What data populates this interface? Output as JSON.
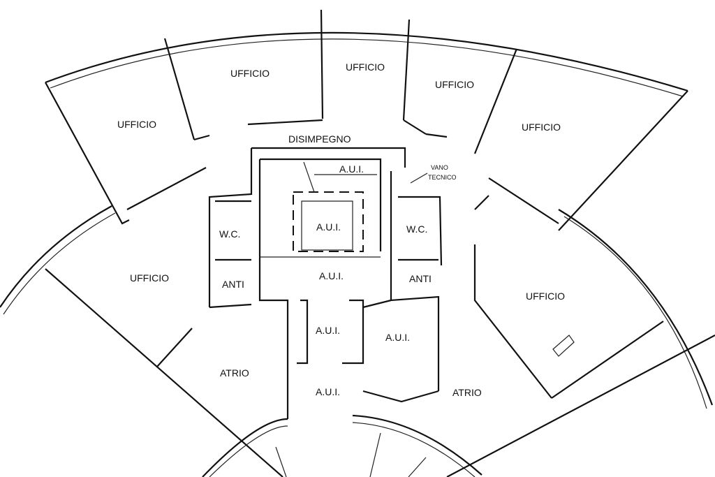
{
  "rooms": {
    "ufficio_1": "UFFICIO",
    "ufficio_2": "UFFICIO",
    "ufficio_3": "UFFICIO",
    "ufficio_4": "UFFICIO",
    "ufficio_5": "UFFICIO",
    "ufficio_6": "UFFICIO",
    "ufficio_7": "UFFICIO",
    "disimpegno": "DISIMPEGNO",
    "aui_top": "A.U.I.",
    "aui_inner": "A.U.I.",
    "aui_center": "A.U.I.",
    "aui_corridor": "A.U.I.",
    "aui_right": "A.U.I.",
    "aui_bottom": "A.U.I.",
    "wc_left": "W.C.",
    "wc_right": "W.C.",
    "anti_left": "ANTI",
    "anti_right": "ANTI",
    "atrio_left": "ATRIO",
    "atrio_right": "ATRIO",
    "vano_tecnico_line1": "VANO",
    "vano_tecnico_line2": "TECNICO"
  }
}
